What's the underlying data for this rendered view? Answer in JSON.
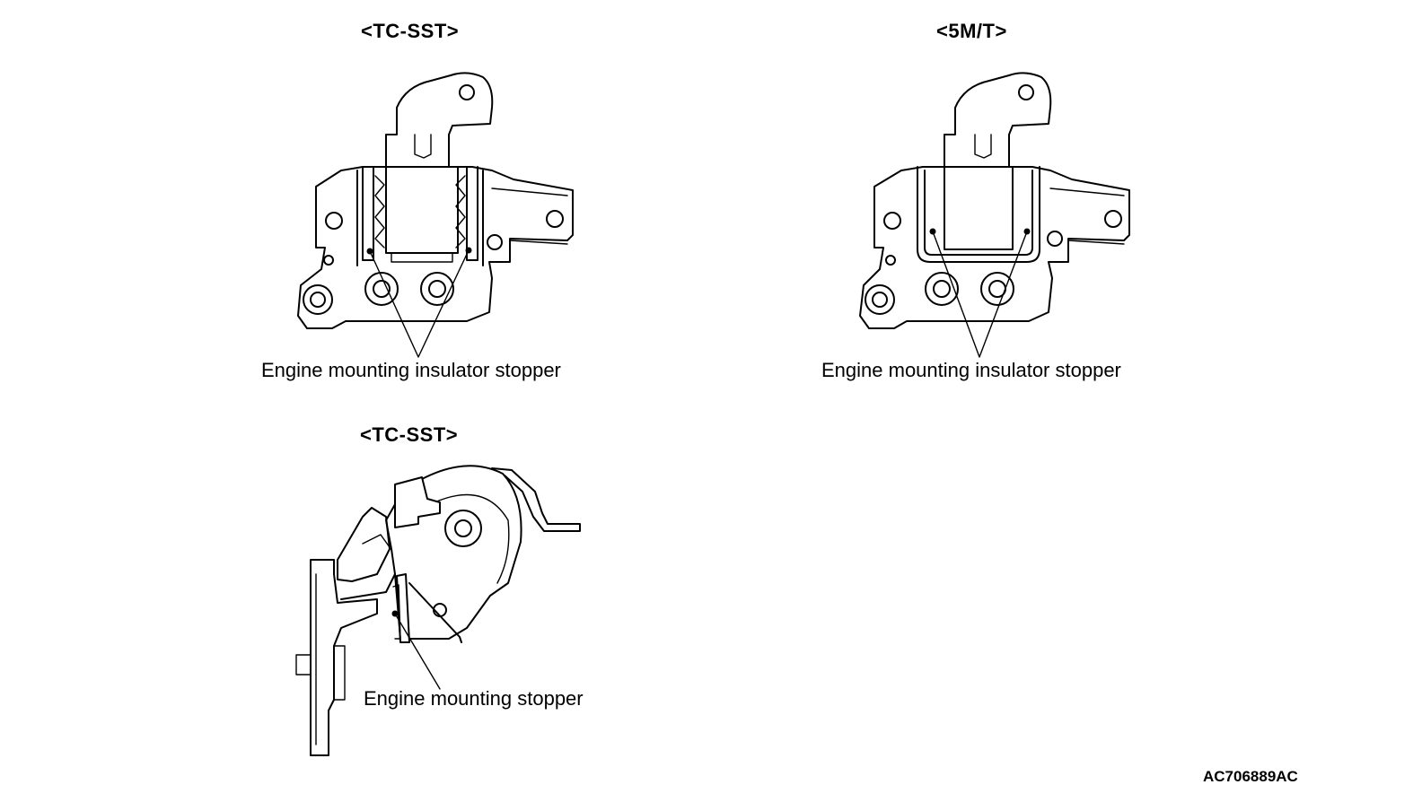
{
  "panels": [
    {
      "heading": "<TC-SST>",
      "caption": "Engine mounting insulator stopper"
    },
    {
      "heading": "<5M/T>",
      "caption": "Engine mounting insulator stopper"
    },
    {
      "heading": "<TC-SST>",
      "caption": "Engine mounting stopper"
    }
  ],
  "figure_code": "AC706889AC"
}
